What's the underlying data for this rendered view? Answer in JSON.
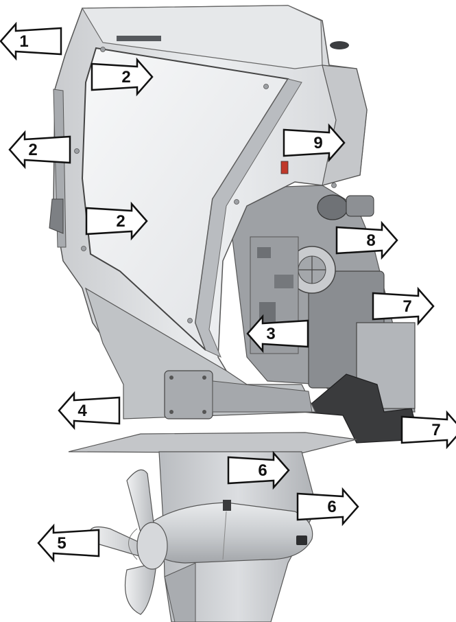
{
  "diagram": {
    "subject": "outboard-engine-side-view",
    "callouts": [
      {
        "id": "c1a",
        "label": "1"
      },
      {
        "id": "c2a",
        "label": "2"
      },
      {
        "id": "c2b",
        "label": "2"
      },
      {
        "id": "c2c",
        "label": "2"
      },
      {
        "id": "c3a",
        "label": "3"
      },
      {
        "id": "c4a",
        "label": "4"
      },
      {
        "id": "c5a",
        "label": "5"
      },
      {
        "id": "c6a",
        "label": "6"
      },
      {
        "id": "c6b",
        "label": "6"
      },
      {
        "id": "c7a",
        "label": "7"
      },
      {
        "id": "c7b",
        "label": "7"
      },
      {
        "id": "c8a",
        "label": "8"
      },
      {
        "id": "c9a",
        "label": "9"
      }
    ]
  }
}
